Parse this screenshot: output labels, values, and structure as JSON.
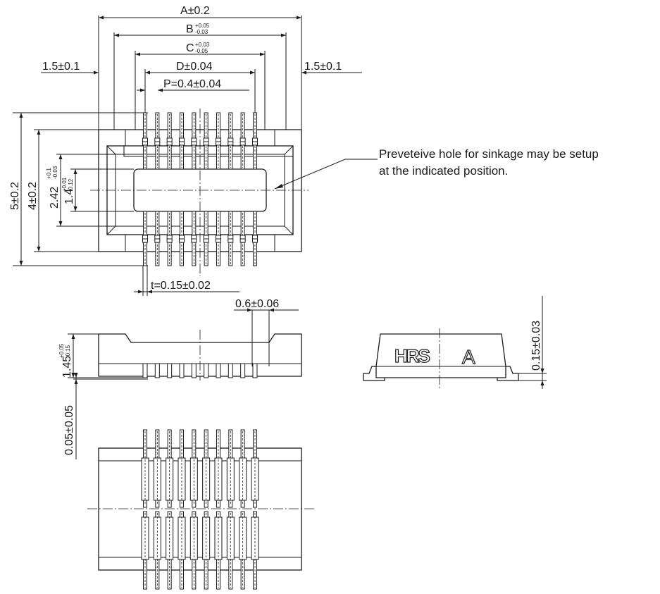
{
  "dimensions": {
    "a": "A±0.2",
    "b_base": "B",
    "b_tol_upper": "+0.05",
    "b_tol_lower": "-0.03",
    "c_base": "C",
    "c_tol_upper": "+0.03",
    "c_tol_lower": "-0.05",
    "d": "D±0.04",
    "pitch": "P=0.4±0.04",
    "left_margin": "1.5±0.1",
    "right_margin": "1.5±0.1",
    "height_5": "5±0.2",
    "height_4": "4±0.2",
    "height_242_base": "2.42",
    "height_242_tol_upper": "+0.1",
    "height_242_tol_lower": "-0.03",
    "height_14_base": "1.4",
    "height_14_tol_upper": "+0.01",
    "height_14_tol_lower": "-0.12",
    "thickness": "t=0.15±0.02",
    "contact_width": "0.6±0.06",
    "side_height_base": "1.45",
    "side_height_tol_upper": "+0.05",
    "side_height_tol_lower": "-0.15",
    "standoff": "0.05±0.05",
    "end_lead": "0.15±0.03"
  },
  "note": {
    "line1": "Preveteive hole  for sinkage may be setup",
    "line2": "at the indicated position."
  },
  "marking": {
    "logo": "HRS",
    "letter": "A"
  }
}
